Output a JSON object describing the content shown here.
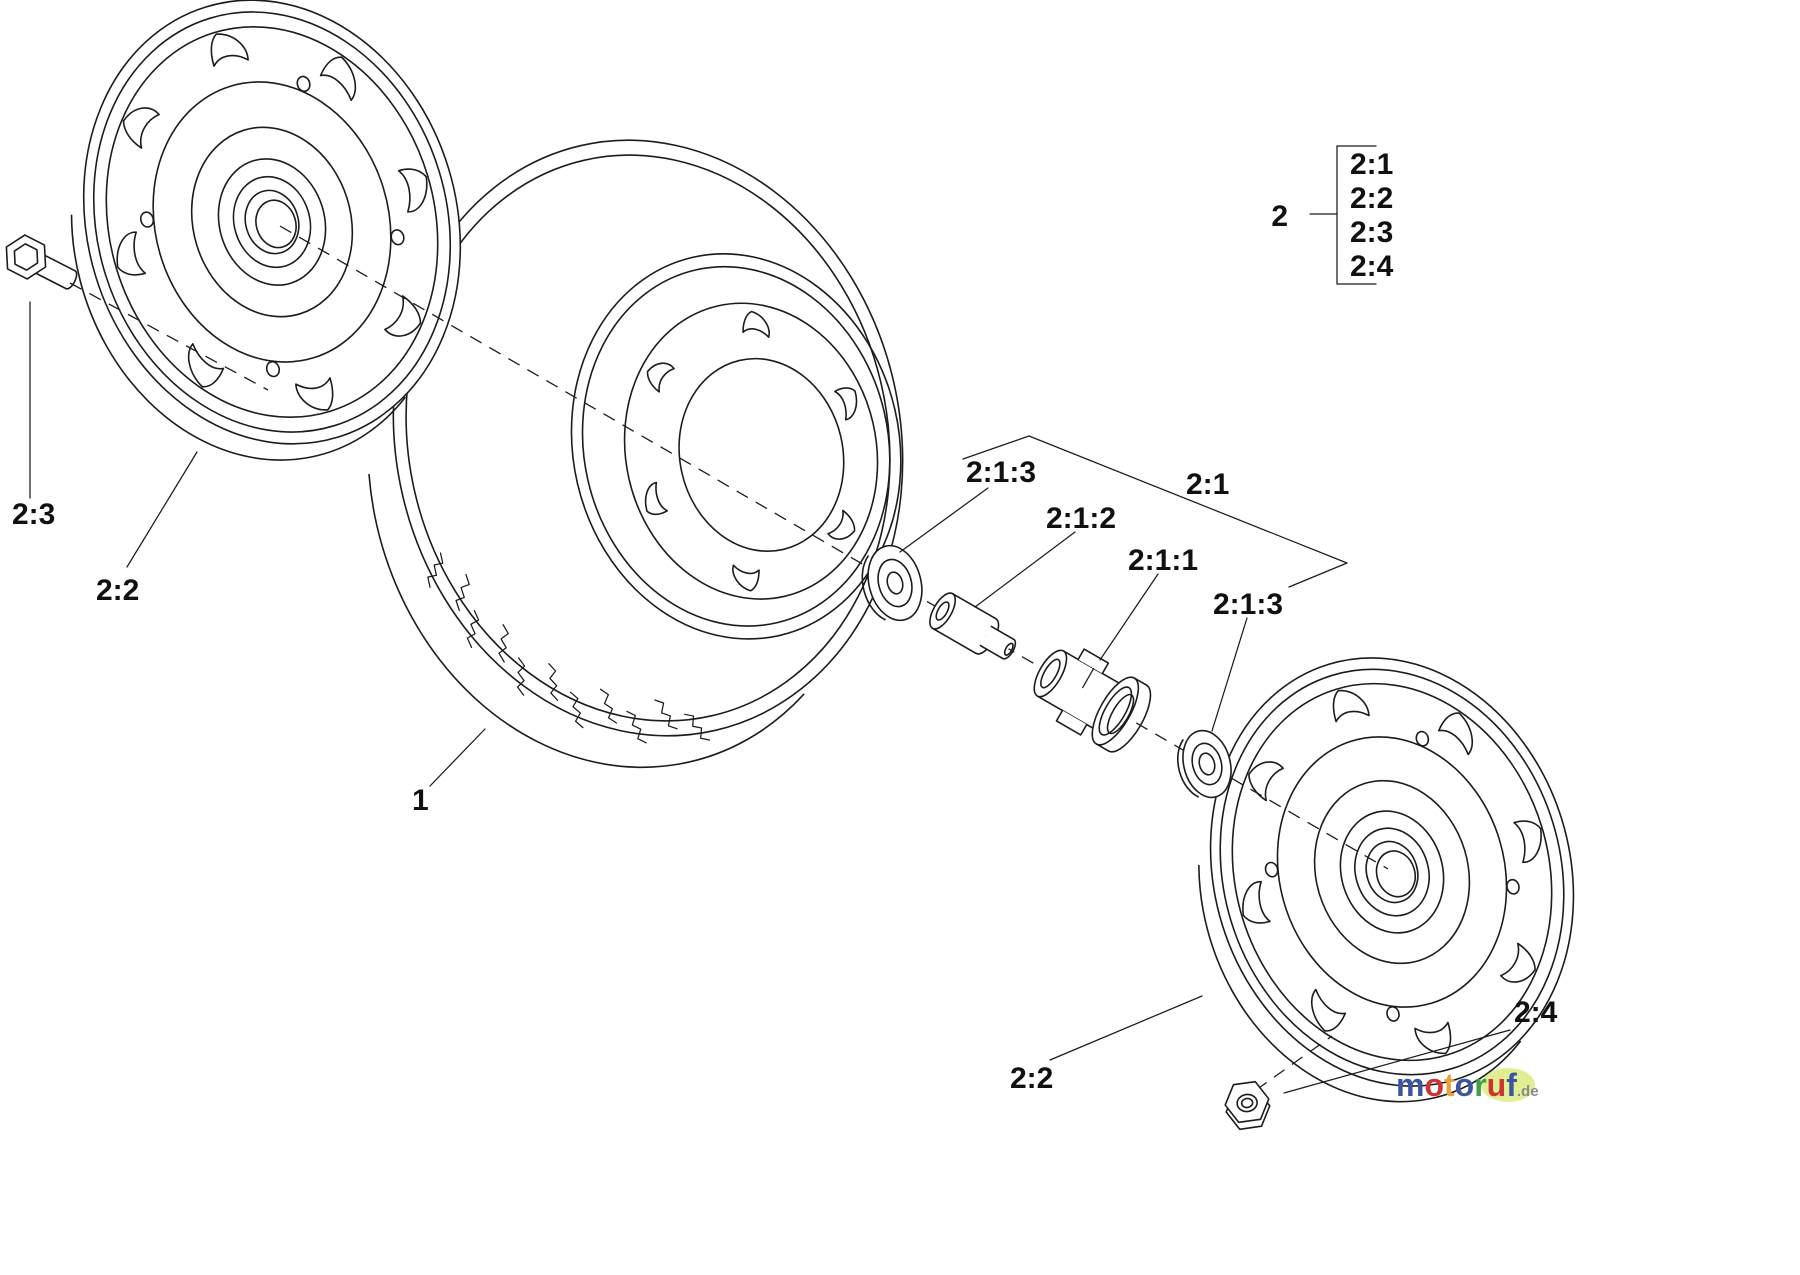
{
  "callouts": {
    "tire": "1",
    "bolt": "2:3",
    "left_hub": "2:2",
    "right_hub": "2:2",
    "nut": "2:4",
    "group": "2:1",
    "washer_front": "2:1:3",
    "spacer": "2:1:2",
    "adapter": "2:1:1",
    "washer_rear": "2:1:3"
  },
  "legend": {
    "group_label": "2",
    "items": [
      "2:1",
      "2:2",
      "2:3",
      "2:4"
    ]
  },
  "watermark": {
    "letters": [
      {
        "ch": "m",
        "color": "#3b55a0"
      },
      {
        "ch": "o",
        "color": "#cc3333"
      },
      {
        "ch": "t",
        "color": "#e6a33c"
      },
      {
        "ch": "o",
        "color": "#3b55a0"
      },
      {
        "ch": "r",
        "color": "#3fa045"
      },
      {
        "ch": "u",
        "color": "#cc3333"
      },
      {
        "ch": "f",
        "color": "#3b55a0"
      }
    ],
    "suffix": ".de",
    "suffix_color": "#8a8a8a",
    "highlight_color": "#cfe24c"
  },
  "colors": {
    "line": "#1c1c1c",
    "background": "#ffffff"
  }
}
